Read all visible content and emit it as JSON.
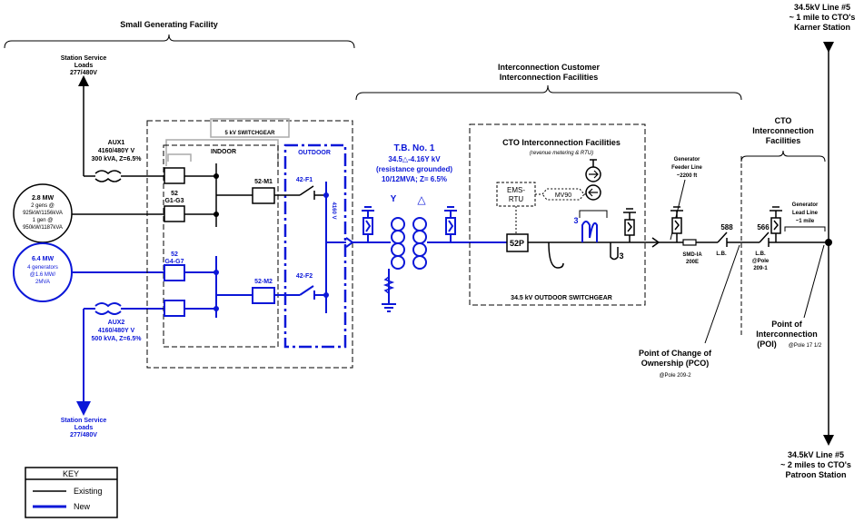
{
  "colors": {
    "existing": "#000000",
    "new": "#0b17d8",
    "gray": "#9a9a9a"
  },
  "headings": {
    "small_gen": "Small Generating Facility",
    "icf_1": "Interconnection Customer",
    "icf_2": "Interconnection Facilities",
    "cto_icf_1": "CTO",
    "cto_icf_2": "Interconnection",
    "cto_icf_3": "Facilities"
  },
  "line5_top": [
    "34.5kV Line #5",
    "~ 1 mile to CTO's",
    "Karner Station"
  ],
  "line5_bottom": [
    "34.5kV Line #5",
    "~ 2 miles to CTO's",
    "Patroon Station"
  ],
  "ss_loads_top": [
    "Station Service",
    "Loads",
    "277/480V"
  ],
  "ss_loads_bottom": [
    "Station Service",
    "Loads",
    "277/480V"
  ],
  "aux1": [
    "AUX1",
    "4160/480Y V",
    "300 kVA, Z=6.5%"
  ],
  "aux2": [
    "AUX2",
    "4160/480Y V",
    "500 kVA, Z=6.5%"
  ],
  "gen_existing": [
    "2.8 MW",
    "2 gens @",
    "925kW/1156kVA",
    "1 gen @",
    "950kW/1187kVA"
  ],
  "gen_new": [
    "6.4 MW",
    "4 generators",
    "@1.6 MW/",
    "2MVA"
  ],
  "switchgear": {
    "title": "5 kV SWITCHGEAR",
    "indoor": "INDOOR",
    "outdoor": "OUTDOOR",
    "v4160": "4160 V"
  },
  "breakers": {
    "b_g1g3": [
      "52",
      "G1-G3"
    ],
    "b_g4g7": [
      "52",
      "G4-G7"
    ],
    "m1": "52-M1",
    "m2": "52-M2",
    "f1": "42-F1",
    "f2": "42-F2"
  },
  "tb1": [
    "T.B. No. 1",
    "34.5△-4.16Y kV",
    "(resistance grounded)",
    "10/12MVA; Z= 6.5%"
  ],
  "cto_box": {
    "title": "CTO Interconnection  Facilities",
    "sub": "(revenue metering & RTU)",
    "ems": [
      "EMS-",
      "RTU"
    ],
    "mv90": "MV90",
    "b52p": "52P",
    "ct3": "3",
    "pt3": "3",
    "bottom": "34.5 kV OUTDOOR SWITCHGEAR"
  },
  "feeder": [
    "Generator",
    "Feeder Line",
    "~2200 ft"
  ],
  "smd": [
    "SMD-IA",
    "200E"
  ],
  "sw588": {
    "num": "588",
    "lb": "L.B."
  },
  "sw566": {
    "num": "566",
    "lb": [
      "L.B.",
      "@Pole",
      "209-1"
    ]
  },
  "lead_line": [
    "Generator",
    "Lead Line",
    "~1 mile"
  ],
  "pco": [
    "Point of Change of",
    "Ownership (PCO)",
    "@Pole 209-2"
  ],
  "poi": [
    "Point of",
    "Interconnection",
    "(POI)",
    "@Pole 17 1/2"
  ],
  "key": {
    "title": "KEY",
    "existing": "Existing",
    "new": "New"
  }
}
